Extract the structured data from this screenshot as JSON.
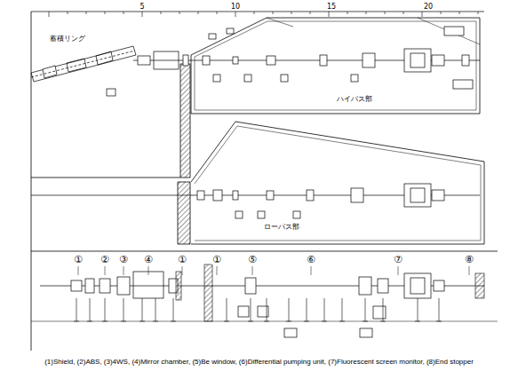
{
  "diagram": {
    "caption": "(1)Shield, (2)ABS, (3)4WS, (4)Mirror chamber, (5)Be window, (6)Differential pumping unit, (7)Fluorescent screen monitor, (8)End stopper",
    "labels": [
      "5",
      "10",
      "15",
      "20",
      "蓄積リング",
      "ハイパス部",
      "ローパス部",
      "①",
      "②",
      "③",
      "④",
      "①",
      "①",
      "⑤",
      "⑥",
      "⑦",
      "⑧"
    ]
  }
}
